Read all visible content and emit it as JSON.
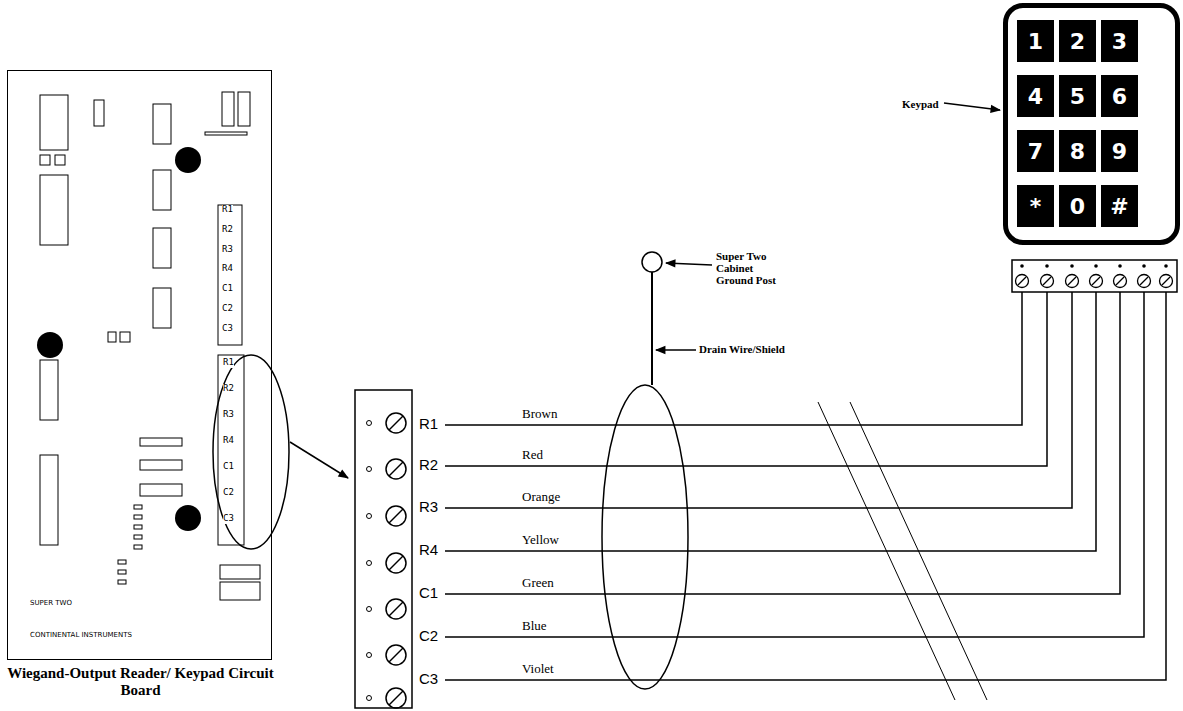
{
  "diagram": {
    "nodes": [
      {
        "text": [
          "Wiegand-Output Reader/ Keypad Circuit Board"
        ]
      },
      {
        "text": [
          "Keypad"
        ]
      },
      {
        "text": [
          "1"
        ],
        "in": 1
      },
      {
        "text": [
          "2"
        ],
        "in": 1
      },
      {
        "text": [
          "3"
        ],
        "in": 1
      },
      {
        "text": [
          "4"
        ],
        "in": 1
      },
      {
        "text": [
          "5"
        ],
        "in": 1
      },
      {
        "text": [
          "6"
        ],
        "in": 1
      },
      {
        "text": [
          "7"
        ],
        "in": 1
      },
      {
        "text": [
          "8"
        ],
        "in": 1
      },
      {
        "text": [
          "9"
        ],
        "in": 1
      },
      {
        "text": [
          "*"
        ],
        "in": 1
      },
      {
        "text": [
          "0"
        ],
        "in": 1
      },
      {
        "text": [
          "#"
        ],
        "in": 1
      }
    ],
    "labels": [
      "R1",
      "R2",
      "R3",
      "R4",
      "C1",
      "C2",
      "C3",
      "R1",
      "R2",
      "R3",
      "R4",
      "C1",
      "C2",
      "C3",
      "SUPER TWO",
      "CONTINENTAL INSTRUMENTS",
      "Super Two Cabinet Ground Post",
      "Drain Wire/Shield",
      "R1",
      "R2",
      "R3",
      "R4",
      "C1",
      "C2",
      "C3",
      "Brown",
      "Red",
      "Orange",
      "Yellow",
      "Green",
      "Blue",
      "Violet"
    ]
  }
}
